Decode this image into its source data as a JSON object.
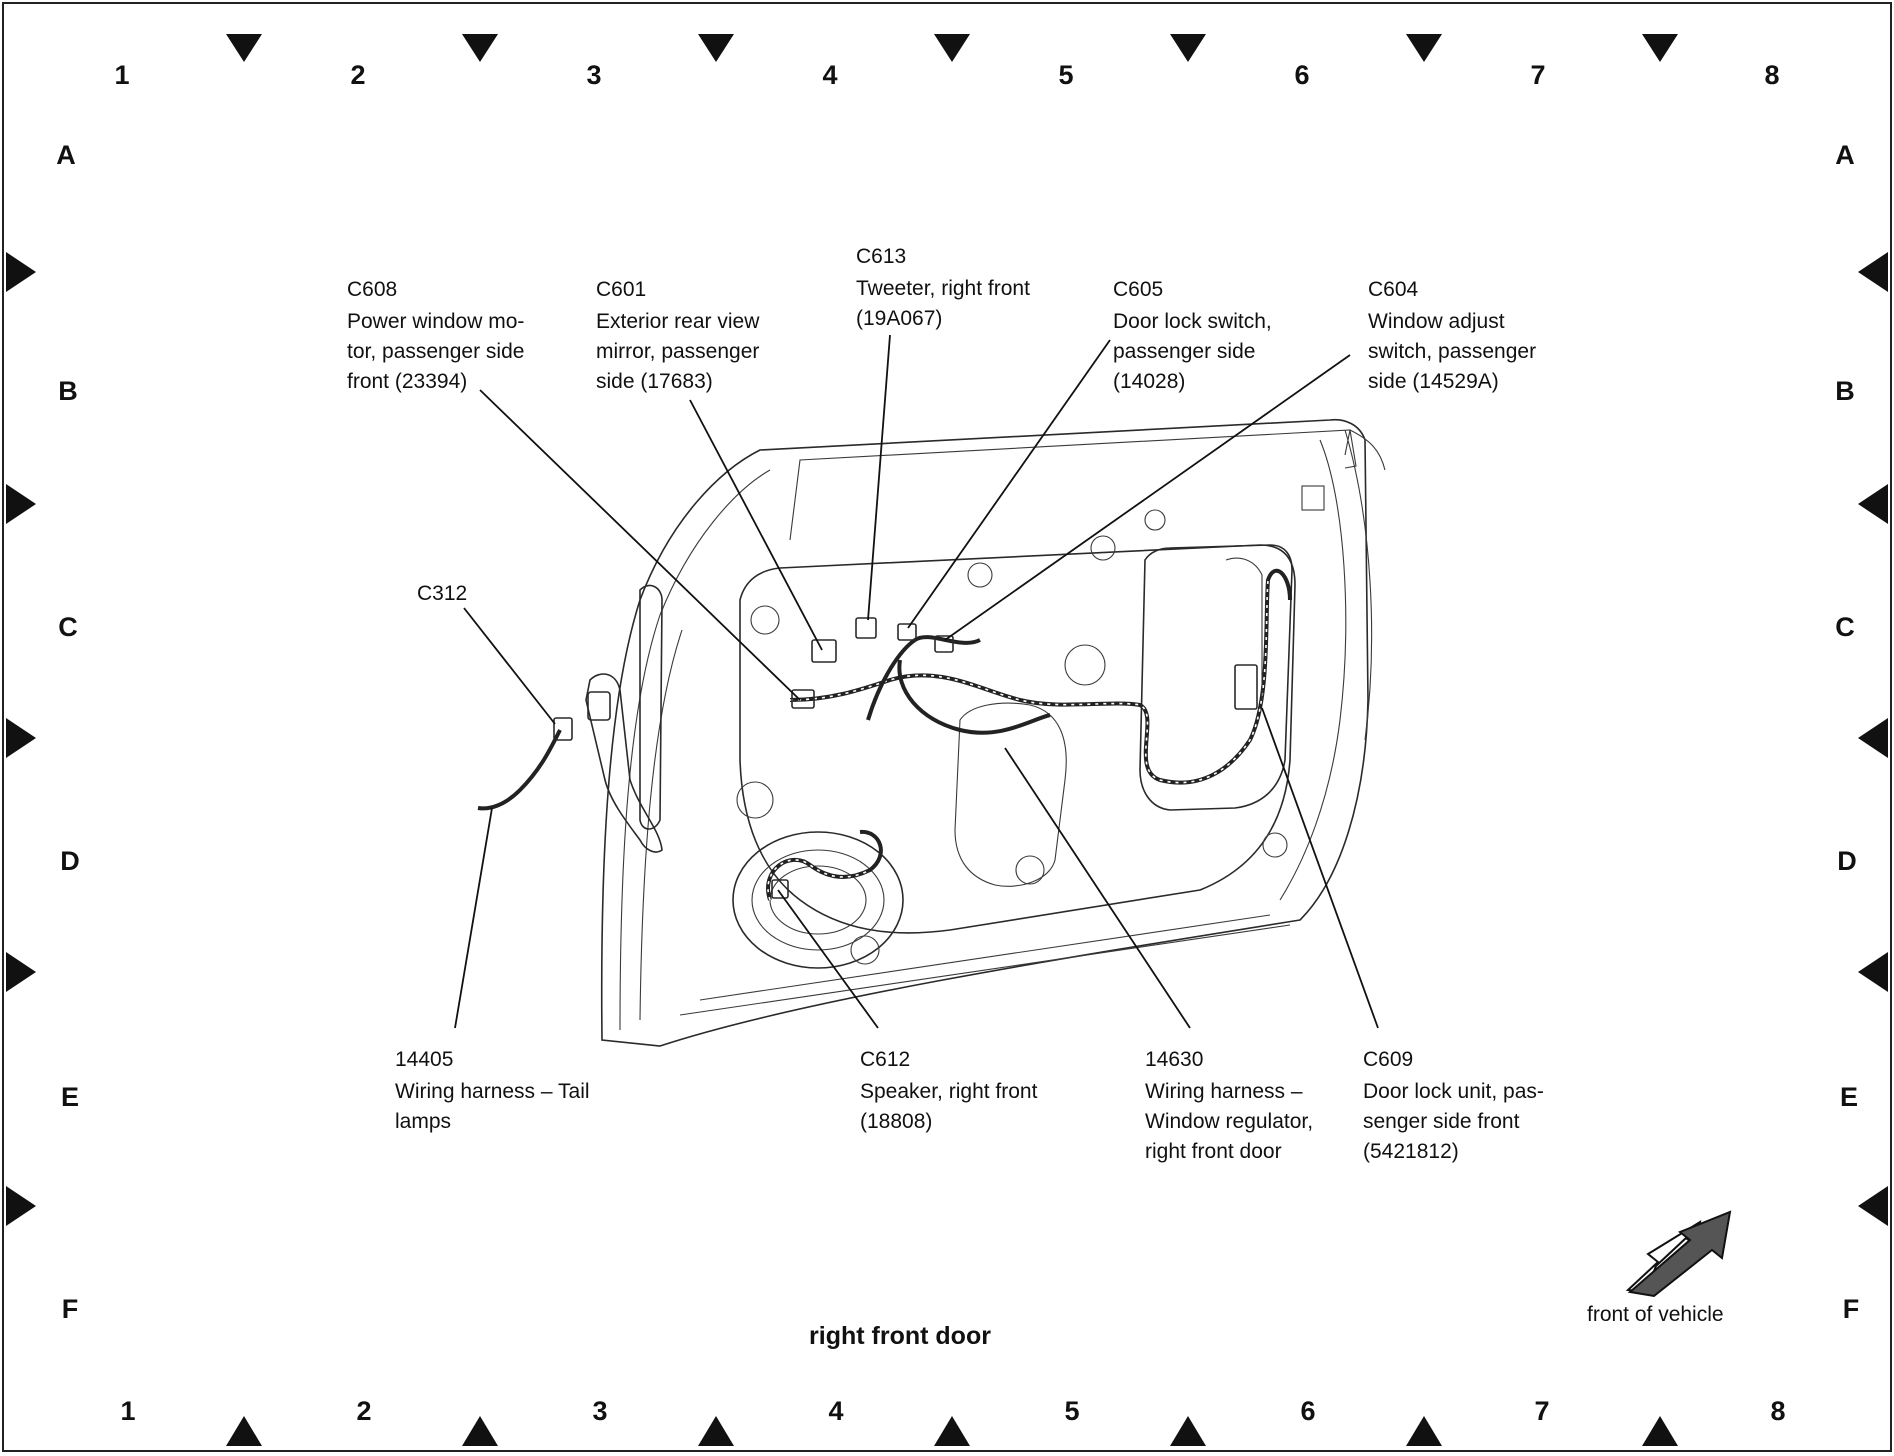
{
  "grid": {
    "columns": [
      "1",
      "2",
      "3",
      "4",
      "5",
      "6",
      "7",
      "8"
    ],
    "rows": [
      "A",
      "B",
      "C",
      "D",
      "E",
      "F"
    ]
  },
  "callouts": {
    "c608": {
      "id": "C608",
      "lines": [
        "Power window mo-",
        "tor, passenger side",
        "front (23394)"
      ]
    },
    "c601": {
      "id": "C601",
      "lines": [
        "Exterior rear view",
        "mirror, passenger",
        "side (17683)"
      ]
    },
    "c613": {
      "id": "C613",
      "lines": [
        "Tweeter, right front",
        "(19A067)"
      ]
    },
    "c605": {
      "id": "C605",
      "lines": [
        "Door lock switch,",
        "passenger side",
        "(14028)"
      ]
    },
    "c604": {
      "id": "C604",
      "lines": [
        "Window adjust",
        "switch, passenger",
        "side (14529A)"
      ]
    },
    "c312": {
      "id": "C312",
      "lines": []
    },
    "h14405": {
      "id": "14405",
      "lines": [
        "Wiring harness – Tail",
        "lamps"
      ]
    },
    "c612": {
      "id": "C612",
      "lines": [
        "Speaker, right front",
        "(18808)"
      ]
    },
    "h14630": {
      "id": "14630",
      "lines": [
        "Wiring harness –",
        "Window regulator,",
        "right front door"
      ]
    },
    "c609": {
      "id": "C609",
      "lines": [
        "Door lock unit, pas-",
        "senger side front",
        "(5421812)"
      ]
    }
  },
  "caption": "right front door",
  "front_label": "front of vehicle",
  "colors": {
    "ink": "#111111",
    "paper": "#ffffff"
  },
  "icons": {
    "front_arrow": "front-of-vehicle-arrow-icon"
  }
}
